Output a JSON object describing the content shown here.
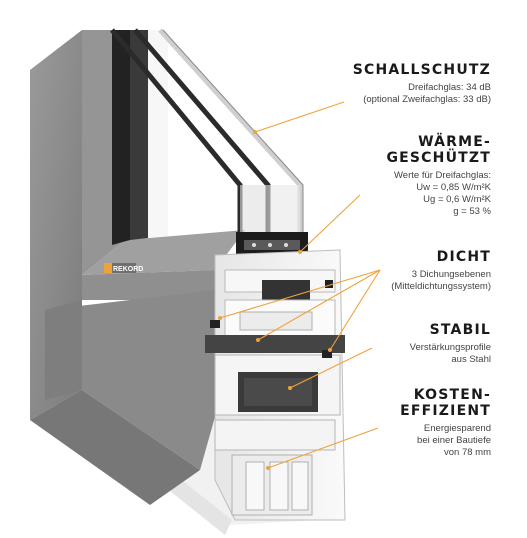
{
  "colors": {
    "accent": "#f0a23a",
    "frame_aluminium": "#8a8a8a",
    "frame_pvc": "#f2f2f2",
    "glass_dark": "#2a2a2a"
  },
  "logo": {
    "text": "REKORD"
  },
  "features": [
    {
      "id": "schallschutz",
      "title": [
        "SCHALLSCHUTZ"
      ],
      "desc": [
        "Dreifachglas: 34 dB",
        "(optional Zweifachglas: 33 dB)"
      ]
    },
    {
      "id": "waerme",
      "title": [
        "WÄRME-",
        "GESCHÜTZT"
      ],
      "desc": [
        "Werte für Dreifachglas:",
        "Uw = 0,85 W/m²K",
        "Ug = 0,6 W/m²K",
        "g = 53 %"
      ]
    },
    {
      "id": "dicht",
      "title": [
        "DICHT"
      ],
      "desc": [
        "3 Dichungsebenen",
        "(Mitteldichtungssystem)"
      ]
    },
    {
      "id": "stabil",
      "title": [
        "STABIL"
      ],
      "desc": [
        "Verstärkungsprofile",
        "aus Stahl"
      ]
    },
    {
      "id": "kosten",
      "title": [
        "KOSTEN-",
        "EFFIZIENT"
      ],
      "desc": [
        "Energiesparend",
        "bei einer Bautiefe",
        "von 78 mm"
      ]
    }
  ]
}
